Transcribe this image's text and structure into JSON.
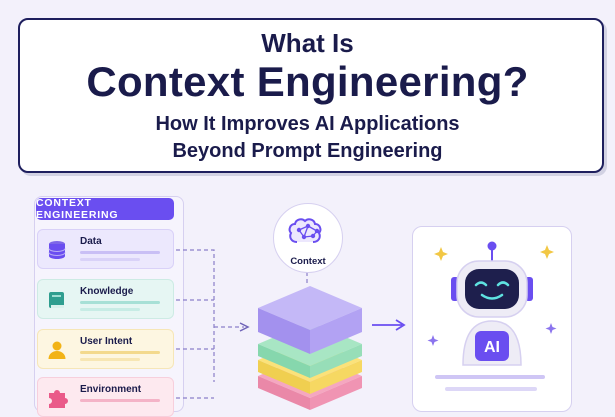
{
  "title": {
    "pre": "What Is",
    "main": "Context Engineering?",
    "subtitle_line1": "How It Improves AI Applications",
    "subtitle_line2": "Beyond Prompt Engineering"
  },
  "context_panel": {
    "header": "CONTEXT ENGINEERING",
    "items": [
      {
        "label": "Data",
        "icon": "database-icon"
      },
      {
        "label": "Knowledge",
        "icon": "book-icon"
      },
      {
        "label": "User Intent",
        "icon": "user-icon"
      },
      {
        "label": "Environment",
        "icon": "puzzle-icon"
      }
    ]
  },
  "context_node": {
    "label": "Context",
    "icon": "brain-network-icon"
  },
  "ai_card": {
    "badge": "AI",
    "icon": "robot-icon"
  },
  "colors": {
    "navy": "#1a1b4b",
    "accent_purple": "#6a4ef0",
    "layer_purple": "#b7a8f5",
    "layer_green": "#a8e6c4",
    "layer_yellow": "#fbe27a",
    "layer_pink": "#f5a7c0"
  }
}
